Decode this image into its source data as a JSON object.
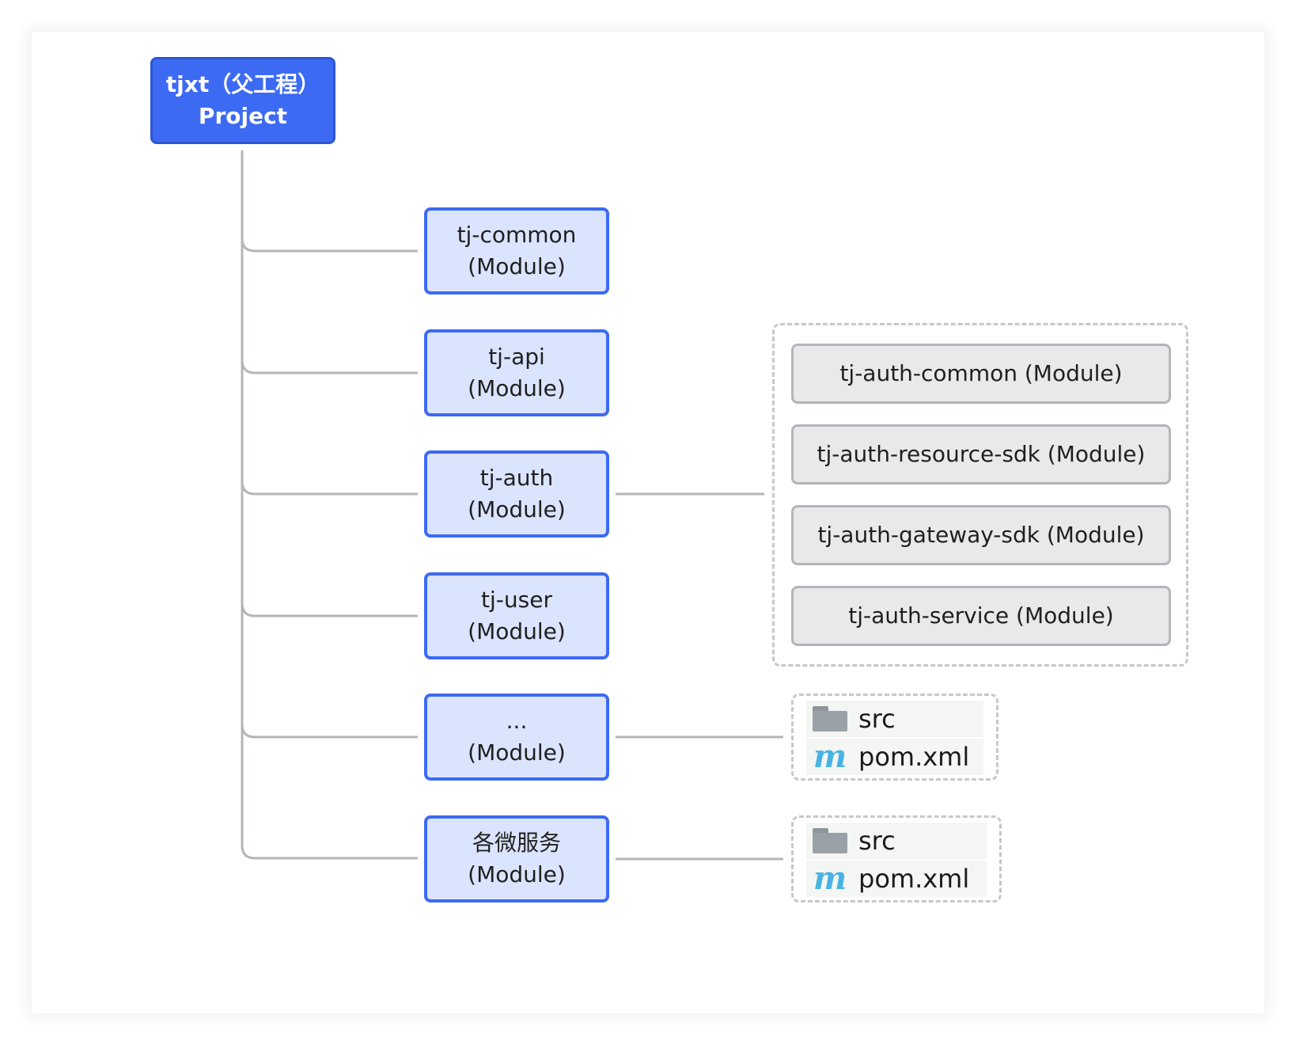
{
  "root": {
    "line1": "tjxt（父工程）",
    "line2": "Project"
  },
  "modules": [
    {
      "name": "tj-common",
      "type": "(Module)"
    },
    {
      "name": "tj-api",
      "type": "(Module)"
    },
    {
      "name": "tj-auth",
      "type": "(Module)"
    },
    {
      "name": "tj-user",
      "type": "(Module)"
    },
    {
      "name": "...",
      "type": "(Module)"
    },
    {
      "name": "各微服务",
      "type": "(Module)"
    }
  ],
  "auth_submodules": [
    "tj-auth-common (Module)",
    "tj-auth-resource-sdk (Module)",
    "tj-auth-gateway-sdk (Module)",
    "tj-auth-service (Module)"
  ],
  "file_groups": [
    {
      "folder": "src",
      "file": "pom.xml",
      "folder_icon": "folder-icon",
      "file_icon": "maven-icon",
      "icon_glyph": "m"
    },
    {
      "folder": "src",
      "file": "pom.xml",
      "folder_icon": "folder-icon",
      "file_icon": "maven-icon",
      "icon_glyph": "m"
    }
  ],
  "colors": {
    "root_fill": "#3d6af3",
    "module_fill": "#dbe4fd",
    "module_border": "#3d6af3",
    "submodule_fill": "#e8e9eb",
    "submodule_border": "#b3b5b9",
    "connector": "#b3b5b9",
    "maven_icon": "#49b3e3"
  }
}
